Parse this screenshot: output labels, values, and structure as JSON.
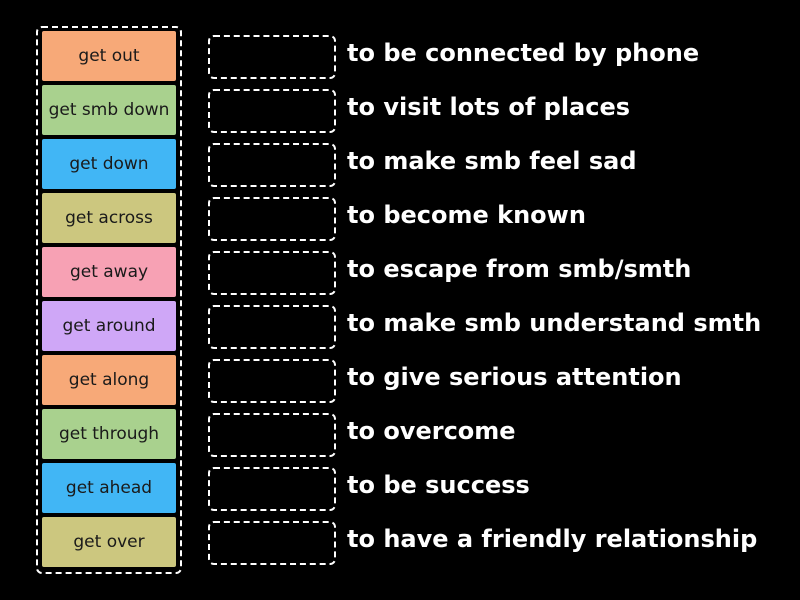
{
  "colors": {
    "background": "#000000",
    "orange": "#f7a978",
    "green": "#a9d18e",
    "blue": "#41b6f5",
    "olive": "#ccc77f",
    "pink": "#f7a1b4",
    "purple": "#cfa7f7"
  },
  "tiles": [
    {
      "label": "get out",
      "color": "#f7a978"
    },
    {
      "label": "get smb down",
      "color": "#a9d18e"
    },
    {
      "label": "get down",
      "color": "#41b6f5"
    },
    {
      "label": "get across",
      "color": "#ccc77f"
    },
    {
      "label": "get away",
      "color": "#f7a1b4"
    },
    {
      "label": "get around",
      "color": "#cfa7f7"
    },
    {
      "label": "get along",
      "color": "#f7a978"
    },
    {
      "label": "get through",
      "color": "#a9d18e"
    },
    {
      "label": "get ahead",
      "color": "#41b6f5"
    },
    {
      "label": "get over",
      "color": "#ccc77f"
    }
  ],
  "definitions": [
    "to be connected by phone",
    "to visit lots of places",
    "to make smb feel sad",
    "to become known",
    "to escape from smb/smth",
    "to make smb understand smth",
    "to give serious attention",
    "to overcome",
    "to be success",
    "to have a friendly relationship"
  ]
}
